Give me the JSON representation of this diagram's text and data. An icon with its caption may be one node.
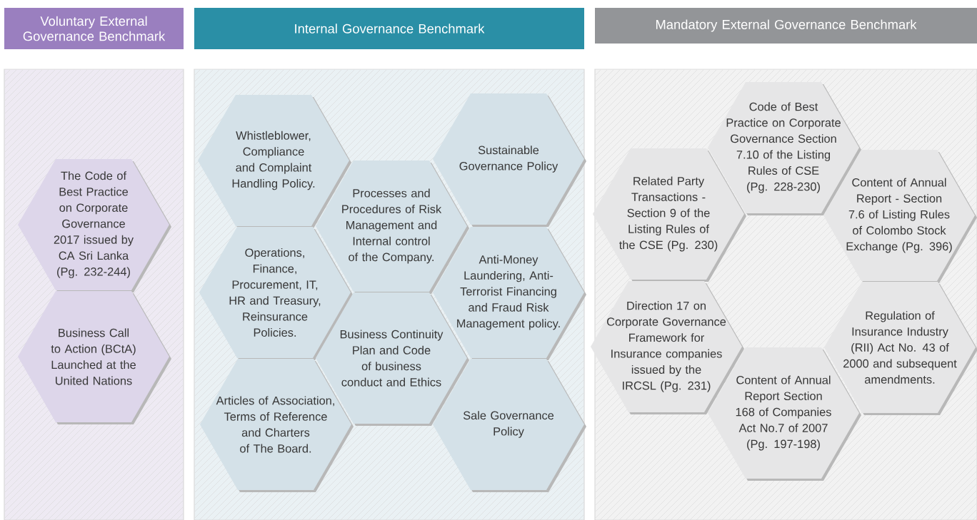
{
  "diagram": {
    "nodes": [
      {
        "text": [
          "Voluntary External Governance Benchmark"
        ]
      },
      {
        "text": [
          "The Code of Best Practice on Corporate Governance 2017 issued by CA Sri Lanka (Pg. 232-244)"
        ],
        "in": 0
      },
      {
        "text": [
          "Business Call to Action (BCtA) Launched at the United Nations"
        ],
        "in": 0
      },
      {
        "text": [
          "Internal Governance Benchmark"
        ]
      },
      {
        "text": [
          "Whistleblower, Compliance and Complaint Handling Policy."
        ],
        "in": 3
      },
      {
        "text": [
          "Sustainable Governance Policy"
        ],
        "in": 3
      },
      {
        "text": [
          "Processes and Procedures of Risk Management and Internal control of the Company."
        ],
        "in": 3
      },
      {
        "text": [
          "Operations, Finance, Procurement, IT, HR and Treasury, Reinsurance Policies."
        ],
        "in": 3
      },
      {
        "text": [
          "Anti-Money Laundering, Anti-Terrorist Financing and Fraud Risk Management policy."
        ],
        "in": 3
      },
      {
        "text": [
          "Business Continuity Plan and Code of business conduct and Ethics"
        ],
        "in": 3
      },
      {
        "text": [
          "Articles of Association, Terms of Reference and Charters of The Board."
        ],
        "in": 3
      },
      {
        "text": [
          "Sale Governance Policy"
        ],
        "in": 3
      },
      {
        "text": [
          "Mandatory External Governance Benchmark"
        ]
      },
      {
        "text": [
          "Code of Best Practice on Corporate Governance Section 7.10 of the Listing Rules of CSE (Pg. 228-230)"
        ],
        "in": 12
      },
      {
        "text": [
          "Related Party Transactions - Section 9 of the Listing Rules of the CSE (Pg. 230)"
        ],
        "in": 12
      },
      {
        "text": [
          "Content of Annual Report - Section 7.6 of Listing Rules of Colombo Stock Exchange (Pg. 396)"
        ],
        "in": 12
      },
      {
        "text": [
          "Direction 17 on Corporate Governance Framework for Insurance companies issued by the IRCSL (Pg. 231)"
        ],
        "in": 12
      },
      {
        "text": [
          "Regulation of Insurance Industry (RII) Act No. 43 of 2000 and subsequent amendments."
        ],
        "in": 12
      },
      {
        "text": [
          "Content of Annual Report Section 168 of Companies Act No.7 of 2007 (Pg. 197-198)"
        ],
        "in": 12
      }
    ]
  }
}
